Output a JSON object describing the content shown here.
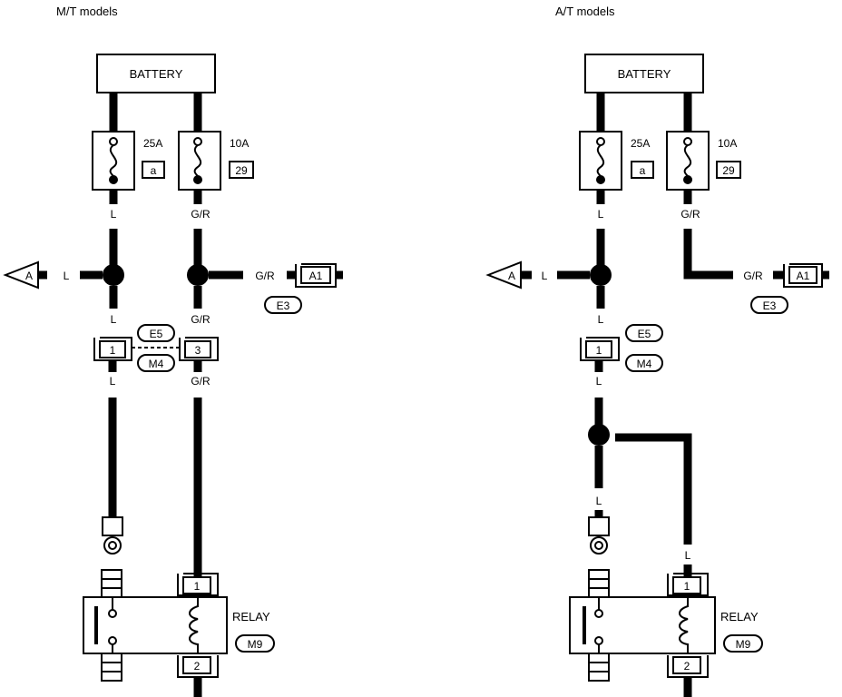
{
  "left": {
    "title": "M/T models",
    "battery": "BATTERY",
    "fuse1_rating": "25A",
    "fuse1_id": "a",
    "fuse2_rating": "10A",
    "fuse2_id": "29",
    "wire_L": "L",
    "wire_GR": "G/R",
    "arrow_A": "A",
    "conn_A1": "A1",
    "conn_E3": "E3",
    "conn_E5": "E5",
    "conn_M4": "M4",
    "pin1": "1",
    "pin3": "3",
    "relay_pin1": "1",
    "relay_pin2": "2",
    "relay": "RELAY",
    "relay_conn": "M9"
  },
  "right": {
    "title": "A/T models",
    "battery": "BATTERY",
    "fuse1_rating": "25A",
    "fuse1_id": "a",
    "fuse2_rating": "10A",
    "fuse2_id": "29",
    "wire_L": "L",
    "wire_GR": "G/R",
    "arrow_A": "A",
    "conn_A1": "A1",
    "conn_E3": "E3",
    "conn_E5": "E5",
    "conn_M4": "M4",
    "pin1": "1",
    "relay_pin1": "1",
    "relay_pin2": "2",
    "relay": "RELAY",
    "relay_conn": "M9"
  }
}
